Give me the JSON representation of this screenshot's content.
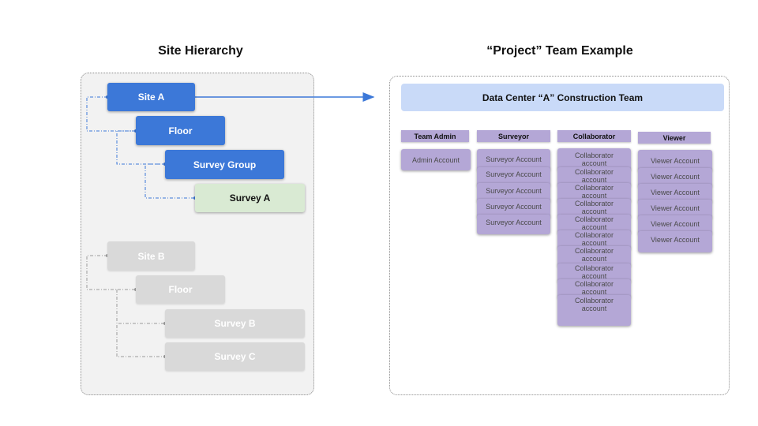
{
  "headings": {
    "site_hierarchy": "Site Hierarchy",
    "team_example": "“Project” Team Example"
  },
  "hierarchy": {
    "site_a": "Site A",
    "floor_a": "Floor",
    "survey_group": "Survey Group",
    "survey_a": "Survey A",
    "site_b": "Site B",
    "floor_b": "Floor",
    "survey_b": "Survey B",
    "survey_c": "Survey C"
  },
  "team": {
    "banner": "Data Center “A”  Construction Team",
    "columns": [
      {
        "header": "Team Admin",
        "cards": [
          "Admin Account"
        ]
      },
      {
        "header": "Surveyor",
        "cards": [
          "Surveyor Account",
          "Surveyor Account",
          "Surveyor Account",
          "Surveyor Account",
          "Surveyor Account"
        ]
      },
      {
        "header": "Collaborator",
        "cards": [
          "Collaborator account",
          "Collaborator account",
          "Collaborator account",
          "Collaborator account",
          "Collaborator account",
          "Collaborator account",
          "Collaborator account",
          "Collaborator account",
          "Collaborator account",
          "Collaborator account"
        ]
      },
      {
        "header": "Viewer",
        "cards": [
          "Viewer Account",
          "Viewer Account",
          "Viewer Account",
          "Viewer Account",
          "Viewer Account",
          "Viewer Account"
        ]
      }
    ]
  },
  "colors": {
    "blue_node": "#3c78d8",
    "green_node": "#d9ead3",
    "grey_node": "#d9d9d9",
    "banner": "#c9daf8",
    "purple": "#b4a7d6"
  }
}
